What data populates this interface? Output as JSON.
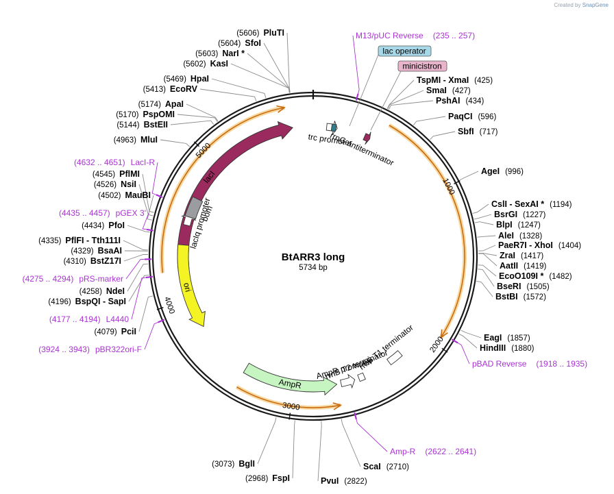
{
  "credit": {
    "prefix": "Created by",
    "brand": "SnapGene"
  },
  "plasmid": {
    "name": "BtARR3 long",
    "size": "5734 bp",
    "length": 5734
  },
  "tick_labels": [
    {
      "text": "1000",
      "pos": 1000
    },
    {
      "text": "2000",
      "pos": 2000
    },
    {
      "text": "3000",
      "pos": 3000
    },
    {
      "text": "4000",
      "pos": 4000
    },
    {
      "text": "5000",
      "pos": 5000
    }
  ],
  "features": [
    {
      "name": "lacI",
      "start": 4200,
      "end": 5590,
      "dir": "cw",
      "color": "#9b2b5e",
      "label": "lacI"
    },
    {
      "name": "lacIq promoter",
      "start": 4520,
      "end": 4600,
      "dir": "cw",
      "color": "#ffffff",
      "label": "lacIq promoter"
    },
    {
      "name": "bom",
      "start": 4580,
      "end": 4720,
      "dir": "none",
      "color": "#9a9ca0",
      "label": "bom"
    },
    {
      "name": "ori",
      "start": 3780,
      "end": 4380,
      "dir": "ccw",
      "color": "#f4f424",
      "label": "ori"
    },
    {
      "name": "AmpR",
      "start": 2700,
      "end": 3360,
      "dir": "ccw",
      "color": "#c7f5c2",
      "label": "AmpR"
    },
    {
      "name": "AmpR promoter",
      "start": 2570,
      "end": 2670,
      "dir": "ccw",
      "color": "#ffffff",
      "label": "AmpR promoter"
    },
    {
      "name": "rrnB T2 terminator",
      "start": 2500,
      "end": 2540,
      "dir": "none",
      "color": "#ffffff",
      "label": "rrnB T2 terminator"
    },
    {
      "name": "rrnB T1 terminator",
      "start": 2200,
      "end": 2300,
      "dir": "none",
      "color": "#ffffff",
      "label": "rrnB T1 terminator"
    },
    {
      "name": "trc promoter",
      "start": 95,
      "end": 170,
      "dir": "cw",
      "color": "#ffffff",
      "label": "trc promoter"
    },
    {
      "name": "lac operator",
      "start": 130,
      "end": 160,
      "dir": "none",
      "color": "#2f7e8f",
      "label": ""
    },
    {
      "name": "rrnG antiterminator",
      "start": 370,
      "end": 410,
      "dir": "cw",
      "color": "#9b2b5e",
      "label": "rrnG antiterminator"
    }
  ],
  "orf_arcs": [
    {
      "start": 4200,
      "end": 5560,
      "dir": "cw"
    },
    {
      "start": 480,
      "end": 1950,
      "dir": "cw"
    },
    {
      "start": 2700,
      "end": 3350,
      "dir": "ccw"
    }
  ],
  "enzymes_left": [
    {
      "pos": "(5606)",
      "name": "PluTI",
      "site": 5606
    },
    {
      "pos": "(5604)",
      "name": "SfoI",
      "site": 5604
    },
    {
      "pos": "(5603)",
      "name": "NarI *",
      "site": 5603
    },
    {
      "pos": "(5602)",
      "name": "KasI",
      "site": 5602
    },
    {
      "pos": "(5469)",
      "name": "HpaI",
      "site": 5469
    },
    {
      "pos": "(5413)",
      "name": "EcoRV",
      "site": 5413
    },
    {
      "pos": "(5174)",
      "name": "ApaI",
      "site": 5174
    },
    {
      "pos": "(5170)",
      "name": "PspOMI",
      "site": 5170
    },
    {
      "pos": "(5144)",
      "name": "BstEII",
      "site": 5144
    },
    {
      "pos": "(4963)",
      "name": "MluI",
      "site": 4963
    },
    {
      "pos": "(4545)",
      "name": "PflMI",
      "site": 4545
    },
    {
      "pos": "(4526)",
      "name": "NsiI",
      "site": 4526
    },
    {
      "pos": "(4502)",
      "name": "MauBI",
      "site": 4502
    },
    {
      "pos": "(4434)",
      "name": "PfoI",
      "site": 4434
    },
    {
      "pos": "(4335)",
      "name": "PflFI  -  Tth111I",
      "site": 4335
    },
    {
      "pos": "(4329)",
      "name": "BsaAI",
      "site": 4329
    },
    {
      "pos": "(4310)",
      "name": "BstZ17I",
      "site": 4310
    },
    {
      "pos": "(4258)",
      "name": "NdeI",
      "site": 4258
    },
    {
      "pos": "(4196)",
      "name": "BspQI  -  SapI",
      "site": 4196
    },
    {
      "pos": "(4079)",
      "name": "PciI",
      "site": 4079
    },
    {
      "pos": "(3073)",
      "name": "BglI",
      "site": 3073
    },
    {
      "pos": "(2968)",
      "name": "FspI",
      "site": 2968
    }
  ],
  "enzymes_right": [
    {
      "name": "TspMI  -  XmaI",
      "pos": "(425)",
      "site": 425
    },
    {
      "name": "SmaI",
      "pos": "(427)",
      "site": 427
    },
    {
      "name": "PshAI",
      "pos": "(434)",
      "site": 434
    },
    {
      "name": "PaqCI",
      "pos": "(596)",
      "site": 596
    },
    {
      "name": "SbfI",
      "pos": "(717)",
      "site": 717
    },
    {
      "name": "AgeI",
      "pos": "(996)",
      "site": 996
    },
    {
      "name": "CslI  -  SexAI *",
      "pos": "(1194)",
      "site": 1194
    },
    {
      "name": "BsrGI",
      "pos": "(1227)",
      "site": 1227
    },
    {
      "name": "BlpI",
      "pos": "(1247)",
      "site": 1247
    },
    {
      "name": "AleI",
      "pos": "(1328)",
      "site": 1328
    },
    {
      "name": "PaeR7I  -  XhoI",
      "pos": "(1404)",
      "site": 1404
    },
    {
      "name": "ZraI",
      "pos": "(1417)",
      "site": 1417
    },
    {
      "name": "AatII",
      "pos": "(1419)",
      "site": 1419
    },
    {
      "name": "EcoO109I *",
      "pos": "(1482)",
      "site": 1482
    },
    {
      "name": "BseRI",
      "pos": "(1505)",
      "site": 1505
    },
    {
      "name": "BstBI",
      "pos": "(1572)",
      "site": 1572
    },
    {
      "name": "EagI",
      "pos": "(1857)",
      "site": 1857
    },
    {
      "name": "HindIII",
      "pos": "(1880)",
      "site": 1880
    },
    {
      "name": "ScaI",
      "pos": "(2710)",
      "site": 2710
    },
    {
      "name": "PvuI",
      "pos": "(2822)",
      "site": 2822
    }
  ],
  "primers": [
    {
      "name": "M13/pUC Reverse",
      "range": "(235 .. 257)",
      "site": 246
    },
    {
      "name": "LacI-R",
      "range": "(4632 .. 4651)",
      "site": 4641
    },
    {
      "name": "pGEX 3'",
      "range": "(4435 .. 4457)",
      "site": 4446
    },
    {
      "name": "pRS-marker",
      "range": "(4275 .. 4294)",
      "site": 4284
    },
    {
      "name": "L4440",
      "range": "(4177 .. 4194)",
      "site": 4185
    },
    {
      "name": "pBR322ori-F",
      "range": "(3924 .. 3943)",
      "site": 3933
    },
    {
      "name": "pBAD Reverse",
      "range": "(1918 .. 1935)",
      "site": 1926
    },
    {
      "name": "Amp-R",
      "range": "(2622 .. 2641)",
      "site": 2631
    }
  ],
  "callouts": [
    {
      "name": "lac operator",
      "color": "#a7d8e8"
    },
    {
      "name": "minicistron",
      "color": "#e8b4cc"
    }
  ]
}
